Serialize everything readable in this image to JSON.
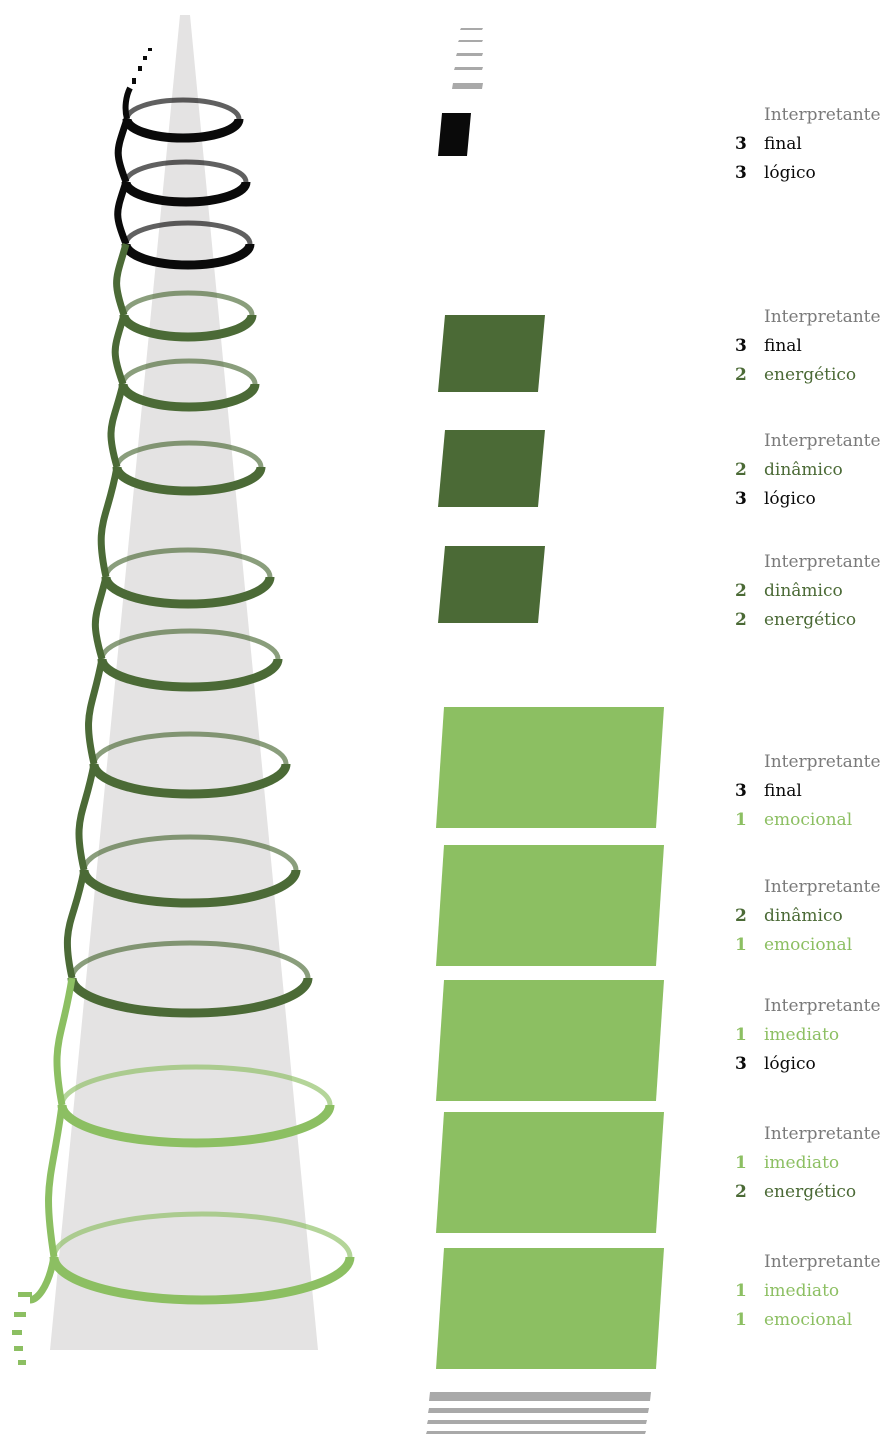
{
  "colors": {
    "level3": "#0a0a0a",
    "level2": "#4b6a36",
    "level1": "#8cbf62",
    "cone": "#e4e3e3",
    "bars": "#a9a9a9",
    "title_text": "#7a7a7a"
  },
  "labels": [
    {
      "title": "Interpretante",
      "lines": [
        {
          "n": "3",
          "term": "final"
        },
        {
          "n": "3",
          "term": "lógico"
        }
      ]
    },
    {
      "title": "Interpretante",
      "lines": [
        {
          "n": "3",
          "term": "final"
        },
        {
          "n": "2",
          "term": "energético"
        }
      ]
    },
    {
      "title": "Interpretante",
      "lines": [
        {
          "n": "2",
          "term": "dinâmico"
        },
        {
          "n": "3",
          "term": "lógico"
        }
      ]
    },
    {
      "title": "Interpretante",
      "lines": [
        {
          "n": "2",
          "term": "dinâmico"
        },
        {
          "n": "2",
          "term": "energético"
        }
      ]
    },
    {
      "title": "Interpretante",
      "lines": [
        {
          "n": "3",
          "term": "final"
        },
        {
          "n": "1",
          "term": "emocional"
        }
      ]
    },
    {
      "title": "Interpretante",
      "lines": [
        {
          "n": "2",
          "term": "dinâmico"
        },
        {
          "n": "1",
          "term": "emocional"
        }
      ]
    },
    {
      "title": "Interpretante",
      "lines": [
        {
          "n": "1",
          "term": "imediato"
        },
        {
          "n": "3",
          "term": "lógico"
        }
      ]
    },
    {
      "title": "Interpretante",
      "lines": [
        {
          "n": "1",
          "term": "imediato"
        },
        {
          "n": "2",
          "term": "energético"
        }
      ]
    },
    {
      "title": "Interpretante",
      "lines": [
        {
          "n": "1",
          "term": "imediato"
        },
        {
          "n": "1",
          "term": "emocional"
        }
      ]
    }
  ]
}
